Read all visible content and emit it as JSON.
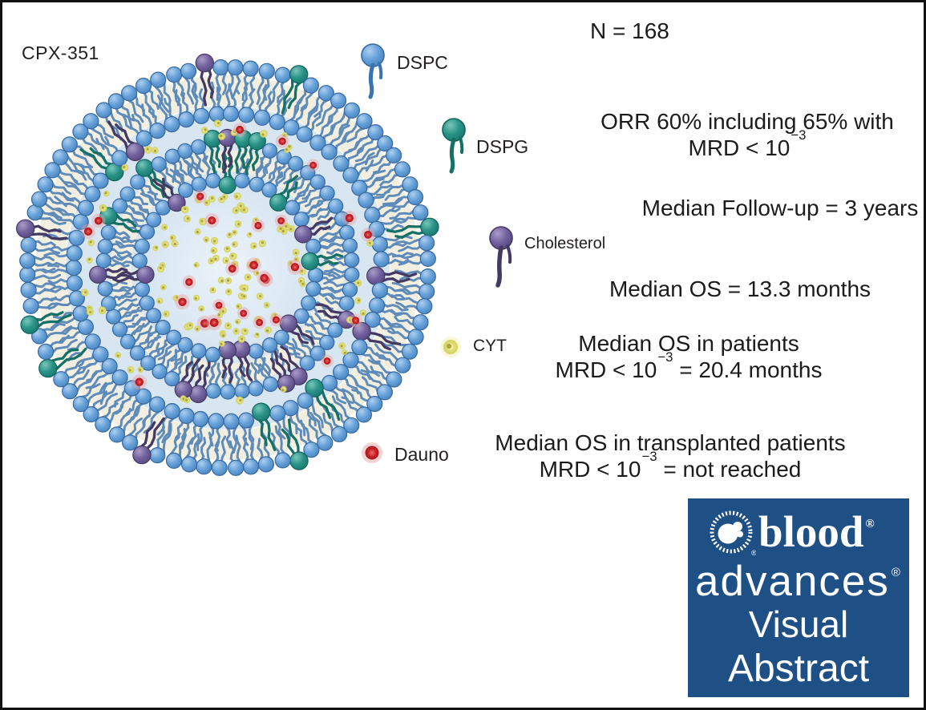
{
  "figure": {
    "title": "CPX-351",
    "n_label": "N = 168"
  },
  "legend": {
    "dspc": "DSPC",
    "dspg": "DSPG",
    "cholesterol": "Cholesterol",
    "cyt": "CYT",
    "dauno": "Dauno"
  },
  "stats": {
    "orr": {
      "line1": "ORR 60% including 65% with",
      "line2_pre": "MRD < 10",
      "line2_sup": "−3",
      "line2_post": ""
    },
    "followup": "Median Follow-up = 3 years",
    "os": "Median OS = 13.3 months",
    "os_mrd": {
      "line1": "Median OS in patients",
      "line2_pre": "MRD < 10",
      "line2_sup": "−3",
      "line2_post": " = 20.4 months"
    },
    "os_tx": {
      "line1": "Median OS in transplanted patients",
      "line2_pre": "MRD < 10",
      "line2_sup": "−3",
      "line2_post": " = not reached"
    }
  },
  "logo": {
    "blood": "blood",
    "advances": "advances",
    "visual": "Visual",
    "abstract": "Abstract",
    "registered": "®",
    "background": "#1e5086"
  },
  "colors": {
    "head_blue": "#66a1da",
    "head_blue_light": "#aecfed",
    "head_blue_dark": "#4c86c0",
    "head_blue_stroke": "#38699f",
    "head_teal": "#2a9287",
    "head_teal_light": "#79c6ba",
    "head_teal_dark": "#1b7a6f",
    "head_teal_stroke": "#11655c",
    "head_purple": "#72619e",
    "head_purple_light": "#a99cc7",
    "head_purple_dark": "#594a80",
    "head_purple_stroke": "#453a63",
    "tail_blue": "#4e80b6",
    "tail_teal": "#157065",
    "tail_purple": "#443963",
    "membrane_cream": "#f3efe0",
    "aqueous": "#d8e6f2",
    "aqueous_light": "#ecf3fa",
    "cyt_yellow": "#dcd96e",
    "cyt_center": "#9d9830",
    "dauno_red": "#c92127",
    "dauno_halo": "#eba5a5",
    "text": "#1b1b1b",
    "frame_border": "#111111"
  }
}
